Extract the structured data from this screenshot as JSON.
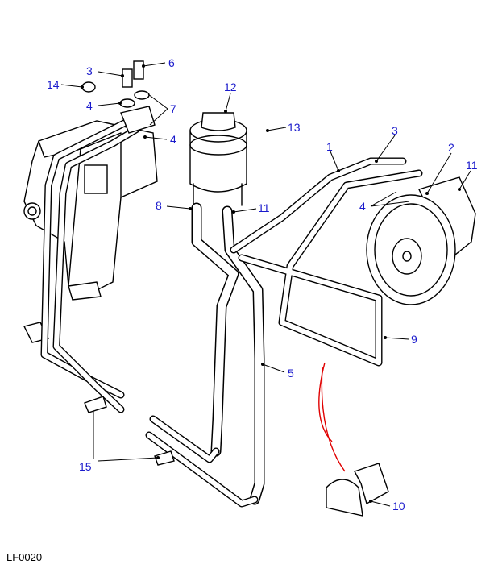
{
  "diagram": {
    "reference_code": "LF0020",
    "callouts": {
      "c1": "1",
      "c2": "2",
      "c3a": "3",
      "c3b": "3",
      "c4a": "4",
      "c4b": "4",
      "c4c": "4",
      "c5": "5",
      "c6": "6",
      "c7": "7",
      "c8": "8",
      "c9": "9",
      "c10": "10",
      "c11a": "11",
      "c11b": "11",
      "c12": "12",
      "c13": "13",
      "c14": "14",
      "c15": "15"
    },
    "colors": {
      "callout": "#1a1acc",
      "highlight_line": "#e00000"
    }
  }
}
